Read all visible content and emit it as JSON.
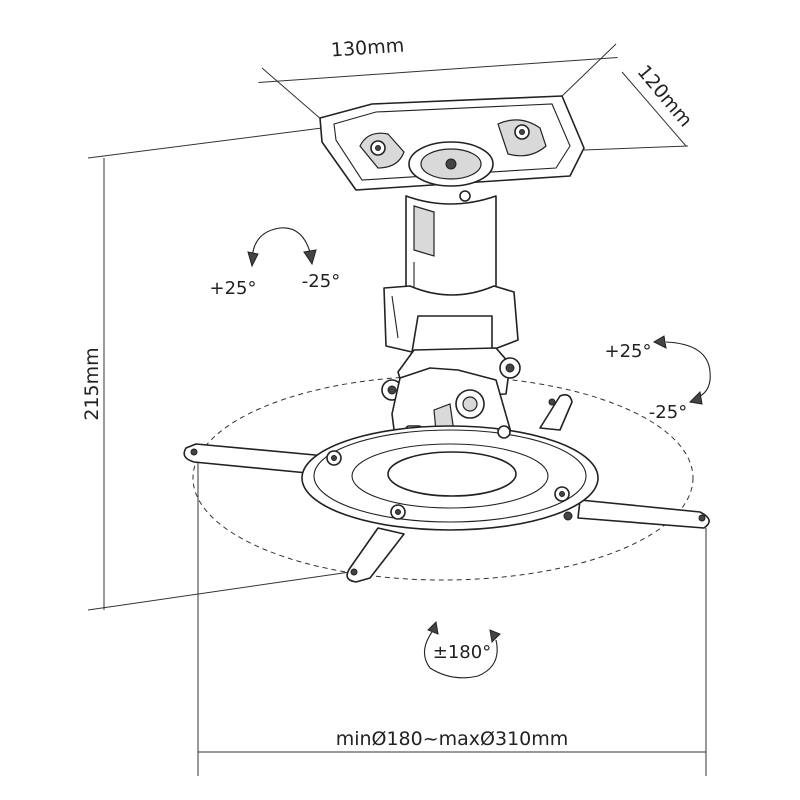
{
  "dimensions": {
    "width": "130mm",
    "depth": "120mm",
    "height": "215mm",
    "plate_range": "minØ180~maxØ310mm"
  },
  "tilt_top": {
    "plus": "+25°",
    "minus": "-25°"
  },
  "tilt_side": {
    "plus": "+25°",
    "minus": "-25°"
  },
  "rotation": "±180°",
  "colors": {
    "line": "#222222",
    "shade": "#d9d9d9"
  }
}
